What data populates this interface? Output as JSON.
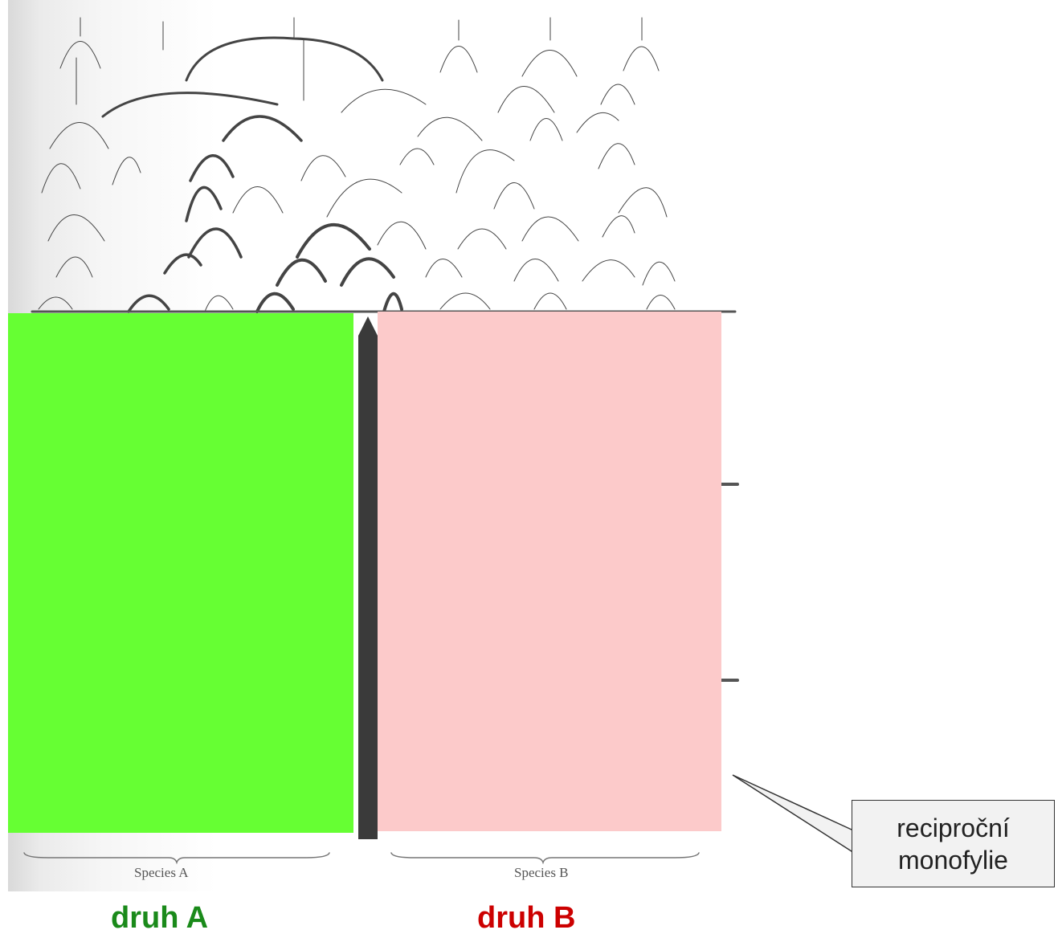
{
  "labels": {
    "species_a": "Species A",
    "species_b": "Species B",
    "druh_a": "druh A",
    "druh_b": "druh B",
    "callout_line1": "reciproční",
    "callout_line2": "monofylie"
  },
  "colors": {
    "species_a_fill": "#66ff33",
    "species_b_fill": "#fccaca",
    "druh_a_text": "#1a8a1a",
    "druh_b_text": "#cc0000",
    "tree_lines": "#444444",
    "lineage_bar": "#3a3a3a"
  }
}
